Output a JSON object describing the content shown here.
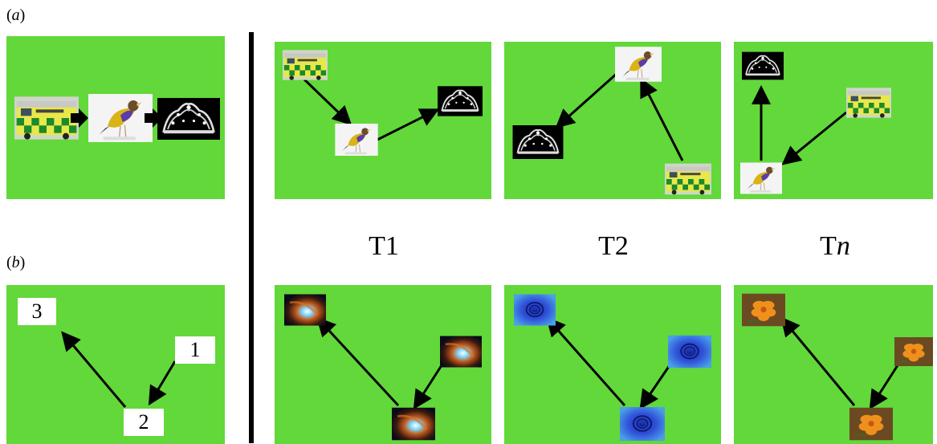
{
  "labels": {
    "a": "(a)",
    "b": "(b)"
  },
  "trials": {
    "t1": "T1",
    "t2_prefix": "T",
    "t2_num": "2",
    "tn_prefix": "T",
    "tn_italic": "n"
  },
  "numbers": {
    "n1": "1",
    "n2": "2",
    "n3": "3"
  },
  "colors": {
    "background_green": "#62d83a",
    "arrow": "#000000"
  },
  "icons": {
    "ambulance": "ambulance-image",
    "bird": "bird-image",
    "tiara": "tiara-image",
    "galaxy": "galaxy-image",
    "rose": "blue-rose-image",
    "flower": "orange-flower-image"
  }
}
